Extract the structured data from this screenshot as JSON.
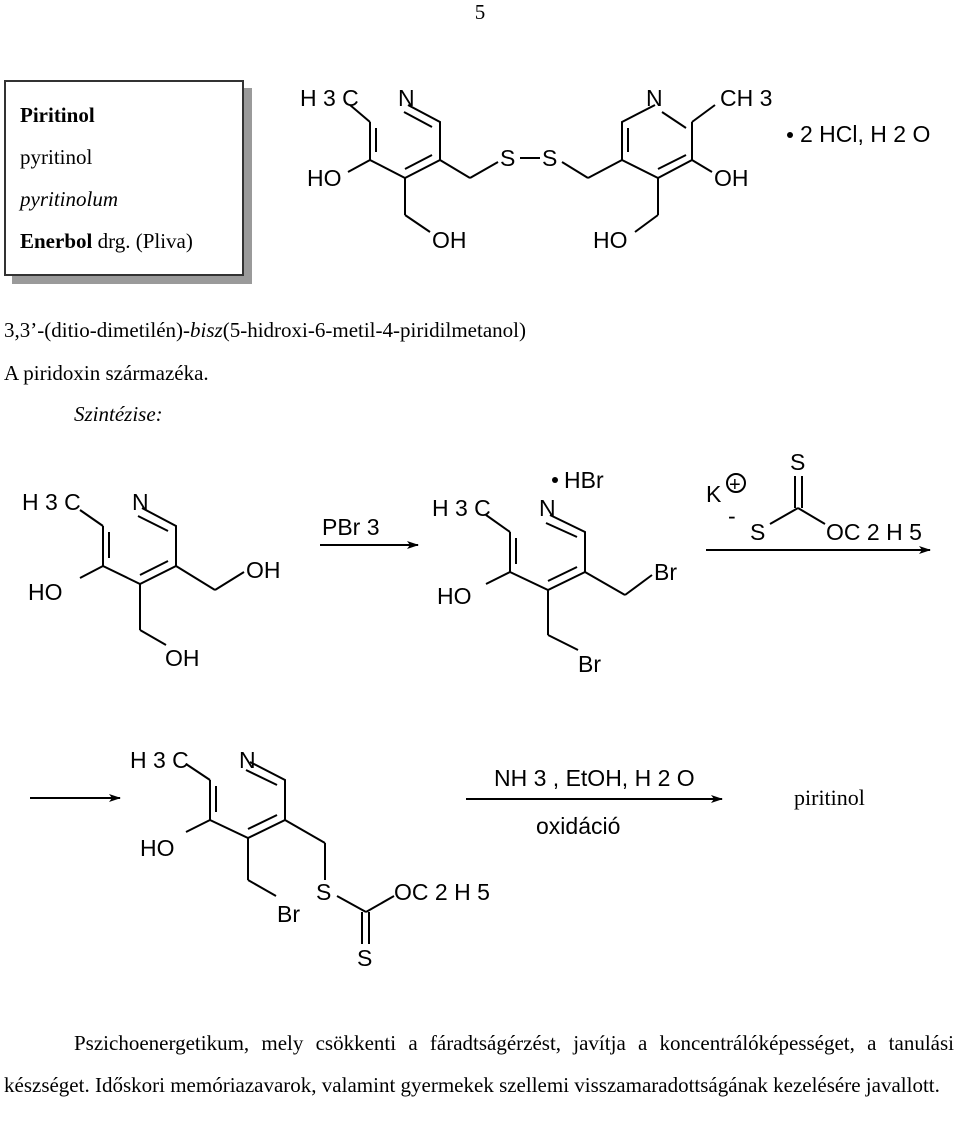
{
  "page_number": "5",
  "drug_names": {
    "hungarian": "Piritinol",
    "english": "pyritinol",
    "latin": "pyritinolum",
    "brand": "Enerbol",
    "brand_form": "drg. (Pliva)"
  },
  "chemical_name_pre": "3,3’-(ditio-dimetilén)-",
  "chemical_name_it": "bisz",
  "chemical_name_post": "(5-hidroxi-6-metil-4-piridilmetanol)",
  "origin_note": "A piridoxin származéka.",
  "synthesis_label": "Szintézise:",
  "structure_labels": {
    "h3c": "H 3 C",
    "ch3": "CH 3",
    "n": "N",
    "ho": "HO",
    "oh": "OH",
    "s": "S",
    "br": "Br",
    "hbr": "HBr",
    "salt": "2 HCl, H 2 O",
    "k_plus": "K",
    "plus": "+",
    "minus": "-",
    "oc2h5": "OC 2 H 5"
  },
  "reaction": {
    "reagent1": "PBr 3",
    "reagent3": "NH 3 , EtOH, H 2 O",
    "reagent3_note": "oxidáció",
    "product": "piritinol"
  },
  "description": "Pszichoenergetikum, mely csökkenti a fáradtságérzést, javítja a koncentrálóképességet, a tanulási készséget. Időskori memóriazavarok, valamint gyermekek szellemi visszamaradottságának kezelésére javallott."
}
